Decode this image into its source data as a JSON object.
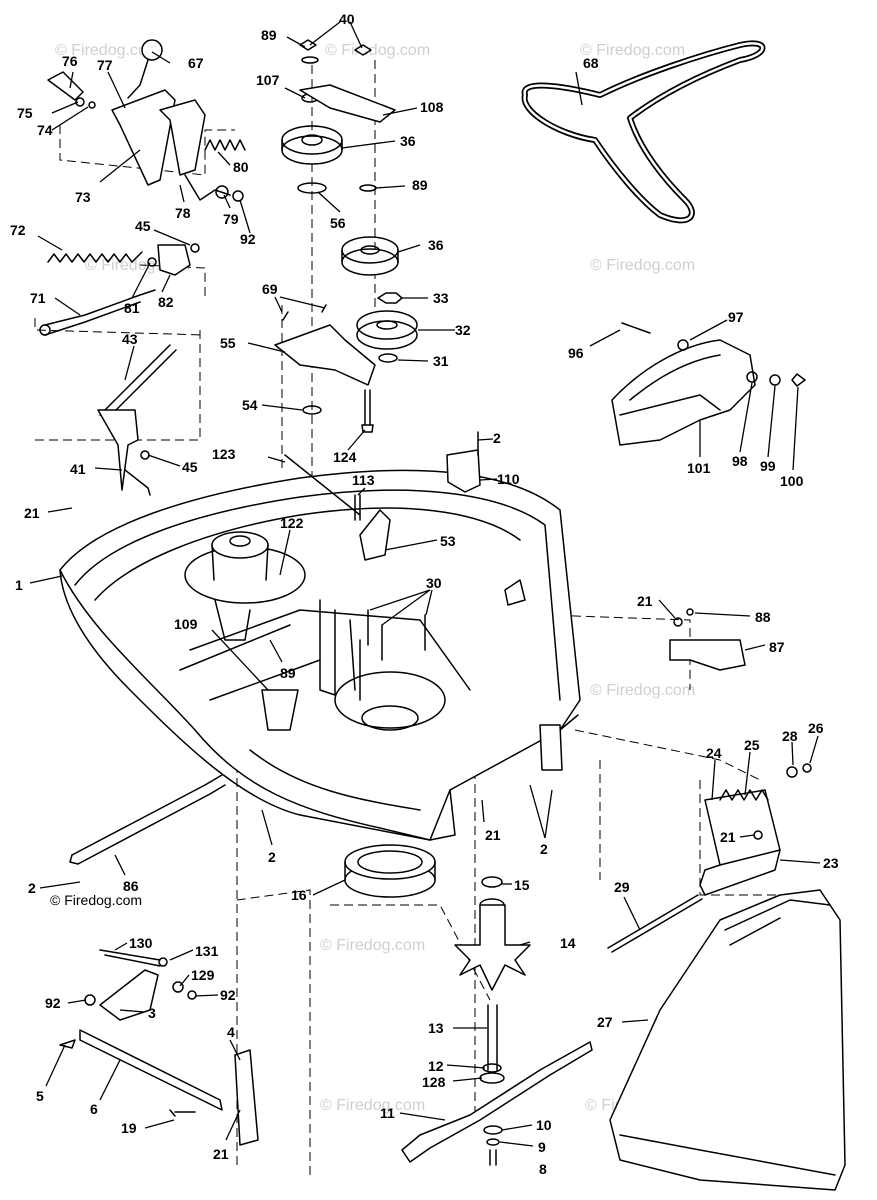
{
  "watermark": "© Firedog.com",
  "copyright": "© Firedog.com",
  "callouts": [
    {
      "id": "p40",
      "text": "40"
    },
    {
      "id": "p89a",
      "text": "89"
    },
    {
      "id": "p67",
      "text": "67"
    },
    {
      "id": "p76",
      "text": "76"
    },
    {
      "id": "p77",
      "text": "77"
    },
    {
      "id": "p75",
      "text": "75"
    },
    {
      "id": "p74",
      "text": "74"
    },
    {
      "id": "p73",
      "text": "73"
    },
    {
      "id": "p78",
      "text": "78"
    },
    {
      "id": "p79",
      "text": "79"
    },
    {
      "id": "p80",
      "text": "80"
    },
    {
      "id": "p92a",
      "text": "92"
    },
    {
      "id": "p107",
      "text": "107"
    },
    {
      "id": "p108",
      "text": "108"
    },
    {
      "id": "p36a",
      "text": "36"
    },
    {
      "id": "p89b",
      "text": "89"
    },
    {
      "id": "p56",
      "text": "56"
    },
    {
      "id": "p36b",
      "text": "36"
    },
    {
      "id": "p68",
      "text": "68"
    },
    {
      "id": "p72",
      "text": "72"
    },
    {
      "id": "p45a",
      "text": "45"
    },
    {
      "id": "p81",
      "text": "81"
    },
    {
      "id": "p82",
      "text": "82"
    },
    {
      "id": "p71",
      "text": "71"
    },
    {
      "id": "p69",
      "text": "69"
    },
    {
      "id": "p33",
      "text": "33"
    },
    {
      "id": "p32",
      "text": "32"
    },
    {
      "id": "p55",
      "text": "55"
    },
    {
      "id": "p31",
      "text": "31"
    },
    {
      "id": "p43",
      "text": "43"
    },
    {
      "id": "p97",
      "text": "97"
    },
    {
      "id": "p96",
      "text": "96"
    },
    {
      "id": "p54",
      "text": "54"
    },
    {
      "id": "p124",
      "text": "124"
    },
    {
      "id": "p2a",
      "text": "2"
    },
    {
      "id": "p123",
      "text": "123"
    },
    {
      "id": "p45b",
      "text": "45"
    },
    {
      "id": "p41",
      "text": "41"
    },
    {
      "id": "p110",
      "text": "110"
    },
    {
      "id": "p101",
      "text": "101"
    },
    {
      "id": "p98",
      "text": "98"
    },
    {
      "id": "p99",
      "text": "99"
    },
    {
      "id": "p100",
      "text": "100"
    },
    {
      "id": "p113",
      "text": "113"
    },
    {
      "id": "p21a",
      "text": "21"
    },
    {
      "id": "p122",
      "text": "122"
    },
    {
      "id": "p53",
      "text": "53"
    },
    {
      "id": "p1",
      "text": "1"
    },
    {
      "id": "p30",
      "text": "30"
    },
    {
      "id": "p21b",
      "text": "21"
    },
    {
      "id": "p88",
      "text": "88"
    },
    {
      "id": "p87",
      "text": "87"
    },
    {
      "id": "p109",
      "text": "109"
    },
    {
      "id": "p89c",
      "text": "89"
    },
    {
      "id": "p24",
      "text": "24"
    },
    {
      "id": "p25",
      "text": "25"
    },
    {
      "id": "p28",
      "text": "28"
    },
    {
      "id": "p26",
      "text": "26"
    },
    {
      "id": "p21c",
      "text": "21"
    },
    {
      "id": "p21d",
      "text": "21"
    },
    {
      "id": "p2b",
      "text": "2"
    },
    {
      "id": "p2c",
      "text": "2"
    },
    {
      "id": "p23",
      "text": "23"
    },
    {
      "id": "p86",
      "text": "86"
    },
    {
      "id": "p16",
      "text": "16"
    },
    {
      "id": "p15",
      "text": "15"
    },
    {
      "id": "p2d",
      "text": "2"
    },
    {
      "id": "p29",
      "text": "29"
    },
    {
      "id": "p130",
      "text": "130"
    },
    {
      "id": "p131",
      "text": "131"
    },
    {
      "id": "p14",
      "text": "14"
    },
    {
      "id": "p129",
      "text": "129"
    },
    {
      "id": "p92b",
      "text": "92"
    },
    {
      "id": "p92c",
      "text": "92"
    },
    {
      "id": "p3",
      "text": "3"
    },
    {
      "id": "p4",
      "text": "4"
    },
    {
      "id": "p27",
      "text": "27"
    },
    {
      "id": "p13",
      "text": "13"
    },
    {
      "id": "p12",
      "text": "12"
    },
    {
      "id": "p128",
      "text": "128"
    },
    {
      "id": "p5",
      "text": "5"
    },
    {
      "id": "p6",
      "text": "6"
    },
    {
      "id": "p11",
      "text": "11"
    },
    {
      "id": "p10",
      "text": "10"
    },
    {
      "id": "p19",
      "text": "19"
    },
    {
      "id": "p9",
      "text": "9"
    },
    {
      "id": "p21e",
      "text": "21"
    },
    {
      "id": "p8",
      "text": "8"
    }
  ]
}
